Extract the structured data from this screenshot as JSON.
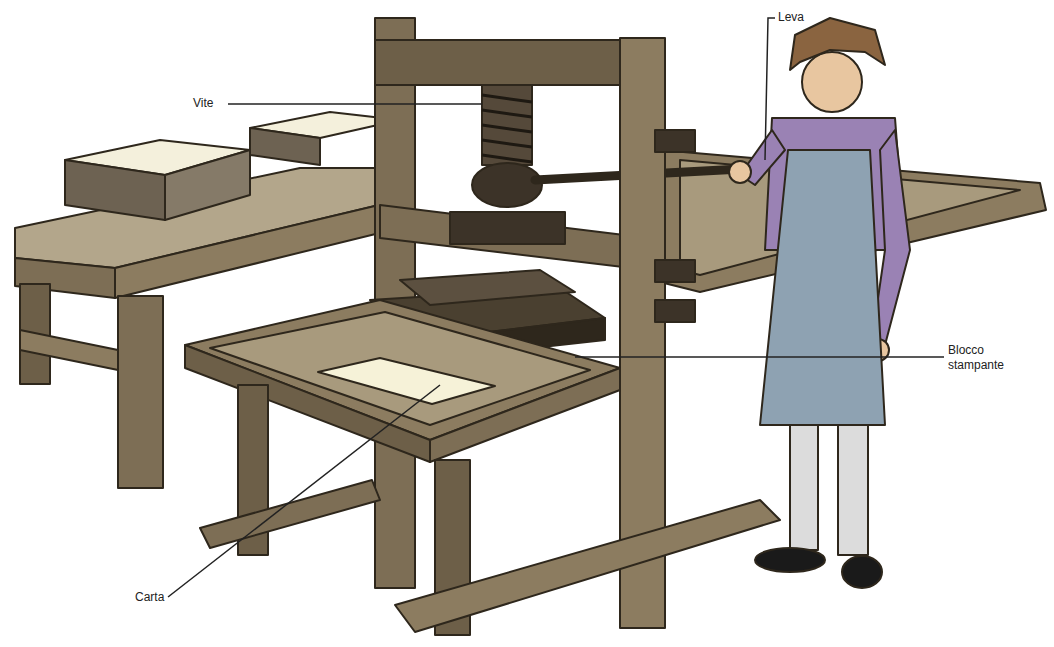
{
  "diagram": {
    "labels": [
      "Vite",
      "Leva",
      "Blocco stampante",
      "Carta"
    ]
  }
}
